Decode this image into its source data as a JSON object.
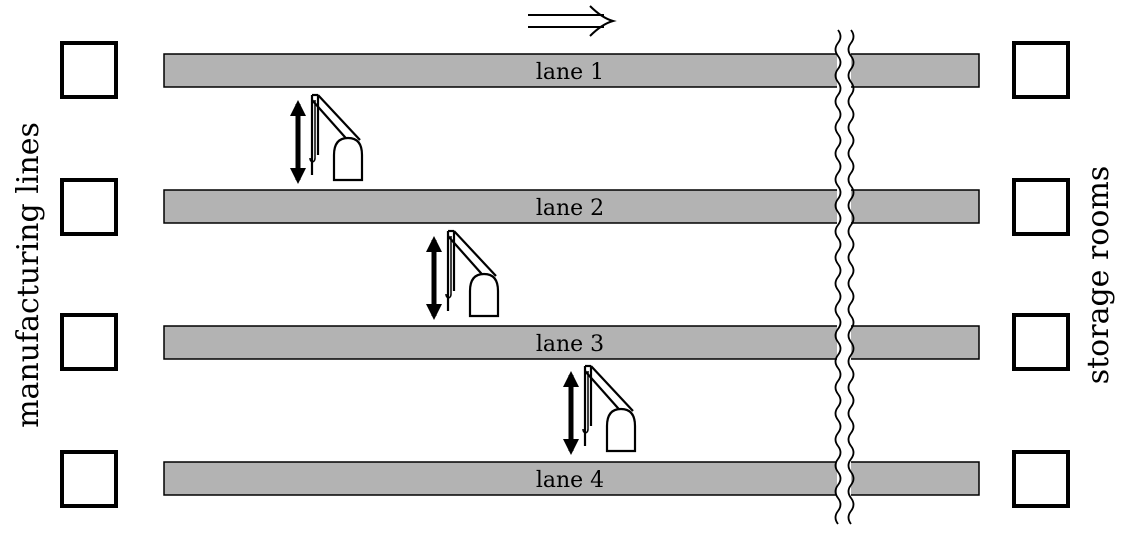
{
  "lanes": [
    {
      "label": "lane 1"
    },
    {
      "label": "lane 2"
    },
    {
      "label": "lane 3"
    },
    {
      "label": "lane 4"
    }
  ],
  "left_label": "manufacturing lines",
  "right_label": "storage rooms",
  "colors": {
    "lane_fill": "#b3b3b3",
    "stroke": "#000000",
    "background": "#ffffff"
  },
  "icons": {
    "direction": "double-arrow-right-icon",
    "crane": "crane-icon",
    "move_arrow": "vertical-double-arrow-icon",
    "break": "wavy-break-icon"
  }
}
